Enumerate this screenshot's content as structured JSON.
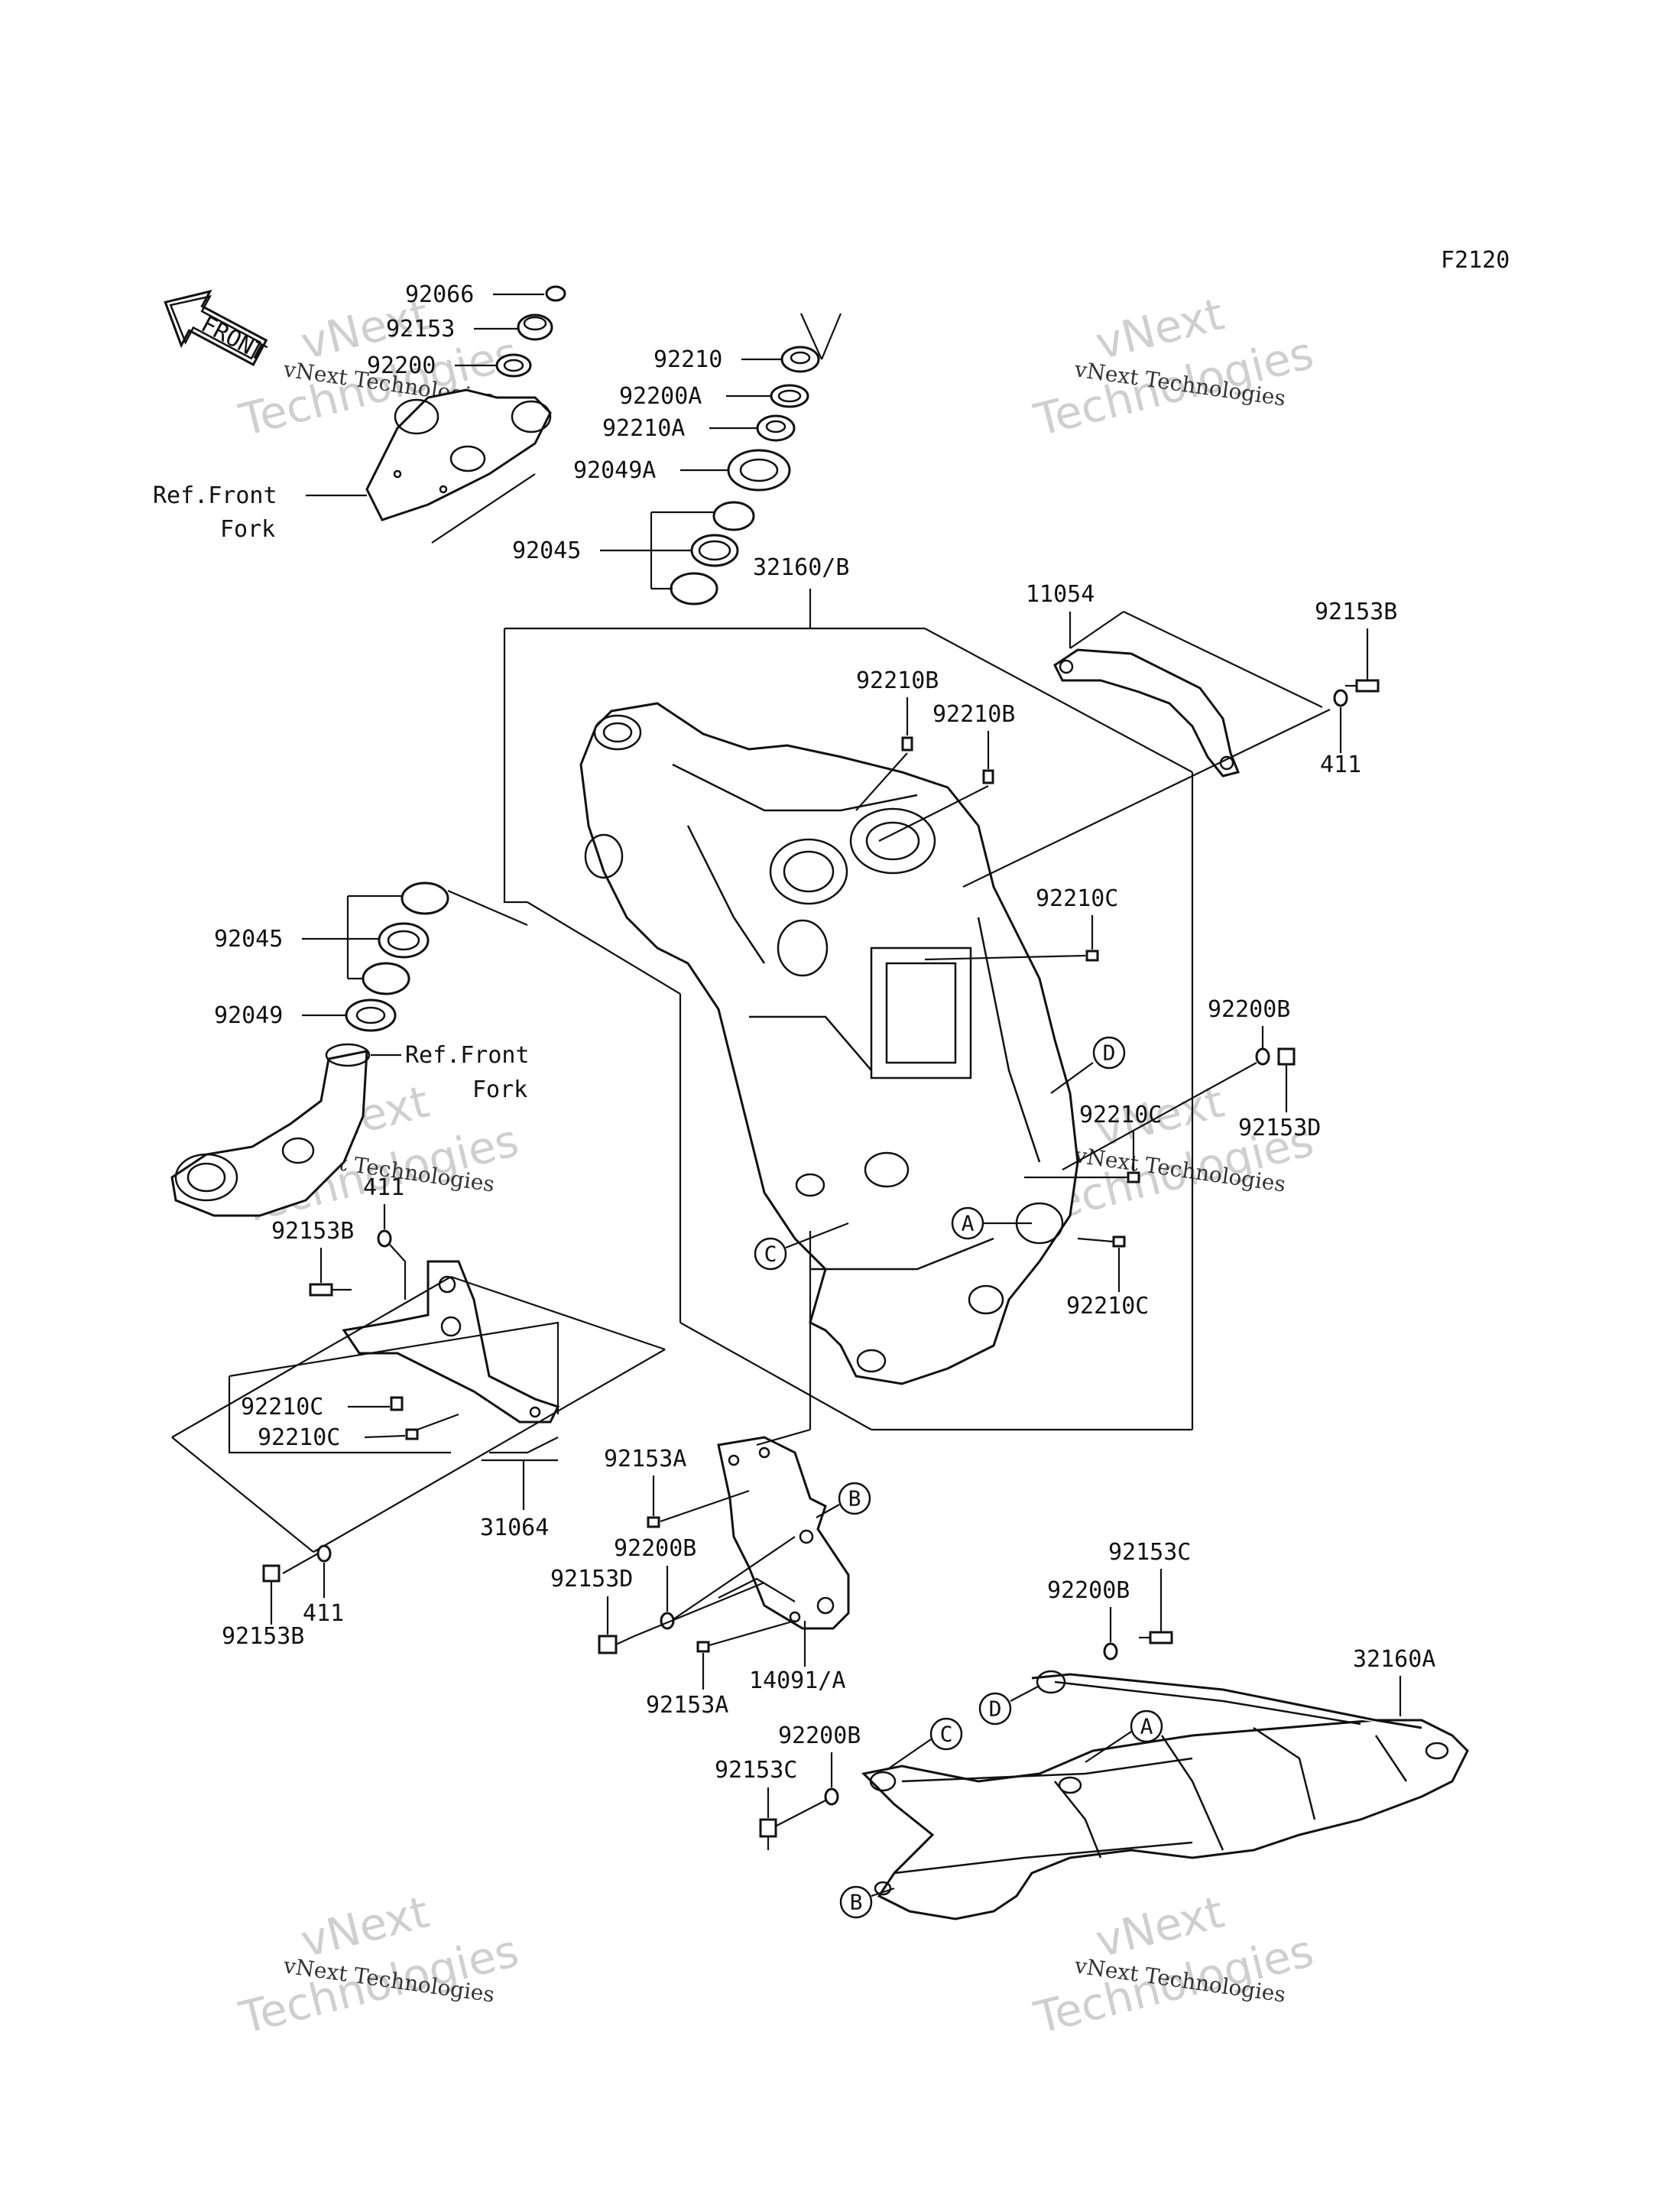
{
  "diagram_code": "F2120",
  "front_arrow": "FRONT",
  "watermark": {
    "line1": "vNext",
    "line2": "Technologies",
    "small": "vNext Technologies"
  },
  "labels": {
    "p92066": "92066",
    "p92153": "92153",
    "p92200": "92200",
    "ref_front_fork_1a": "Ref.Front",
    "ref_front_fork_1b": "Fork",
    "p92210": "92210",
    "p92200A": "92200A",
    "p92210A": "92210A",
    "p92049A": "92049A",
    "p92045_top": "92045",
    "p32160B": "32160/B",
    "p11054": "11054",
    "p92153B_top": "92153B",
    "p411_top": "411",
    "p92210B_1": "92210B",
    "p92210B_2": "92210B",
    "p92210C_1": "92210C",
    "p92045_mid": "92045",
    "p92049": "92049",
    "ref_front_fork_2a": "Ref.Front",
    "ref_front_fork_2b": "Fork",
    "p92200B_r": "92200B",
    "p92153D_r": "92153D",
    "p92210C_2": "92210C",
    "p411_mid": "411",
    "p92153B_mid": "92153B",
    "p92210C_3": "92210C",
    "p92210C_4": "92210C",
    "p92210C_5": "92210C",
    "p31064": "31064",
    "p92153A_1": "92153A",
    "p92200B_m": "92200B",
    "p92153D_m": "92153D",
    "p92153A_2": "92153A",
    "p14091A": "14091/A",
    "p411_bot": "411",
    "p92153B_bot": "92153B",
    "p92153C_r": "92153C",
    "p92200B_r2": "92200B",
    "p32160A": "32160A",
    "p92200B_b": "92200B",
    "p92153C_b": "92153C"
  },
  "refs": {
    "A": "A",
    "B": "B",
    "C": "C",
    "D": "D"
  }
}
